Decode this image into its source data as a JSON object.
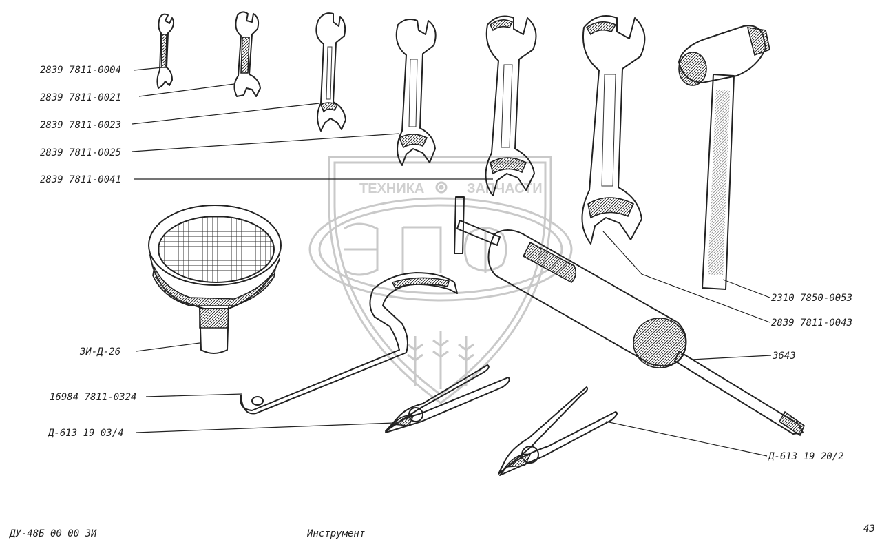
{
  "watermark": {
    "text_left": "ТЕХНИКА",
    "text_right": "ЗАПЧАСТИ",
    "logo": "ЭПФ"
  },
  "labels": [
    "2839 7811-0004",
    "2839 7811-0021",
    "2839 7811-0023",
    "2839 7811-0025",
    "2839 7811-0041",
    "3И-Д-26",
    "16984 7811-0324",
    "Д-613 19 03/4",
    "2310 7850-0053",
    "2839 7811-0043",
    "3643",
    "Д-613 19 20/2"
  ],
  "footer": {
    "doc_code": "ДУ-48Б 00 00 ЗИ",
    "title": "Инструмент",
    "page_number": "43"
  }
}
